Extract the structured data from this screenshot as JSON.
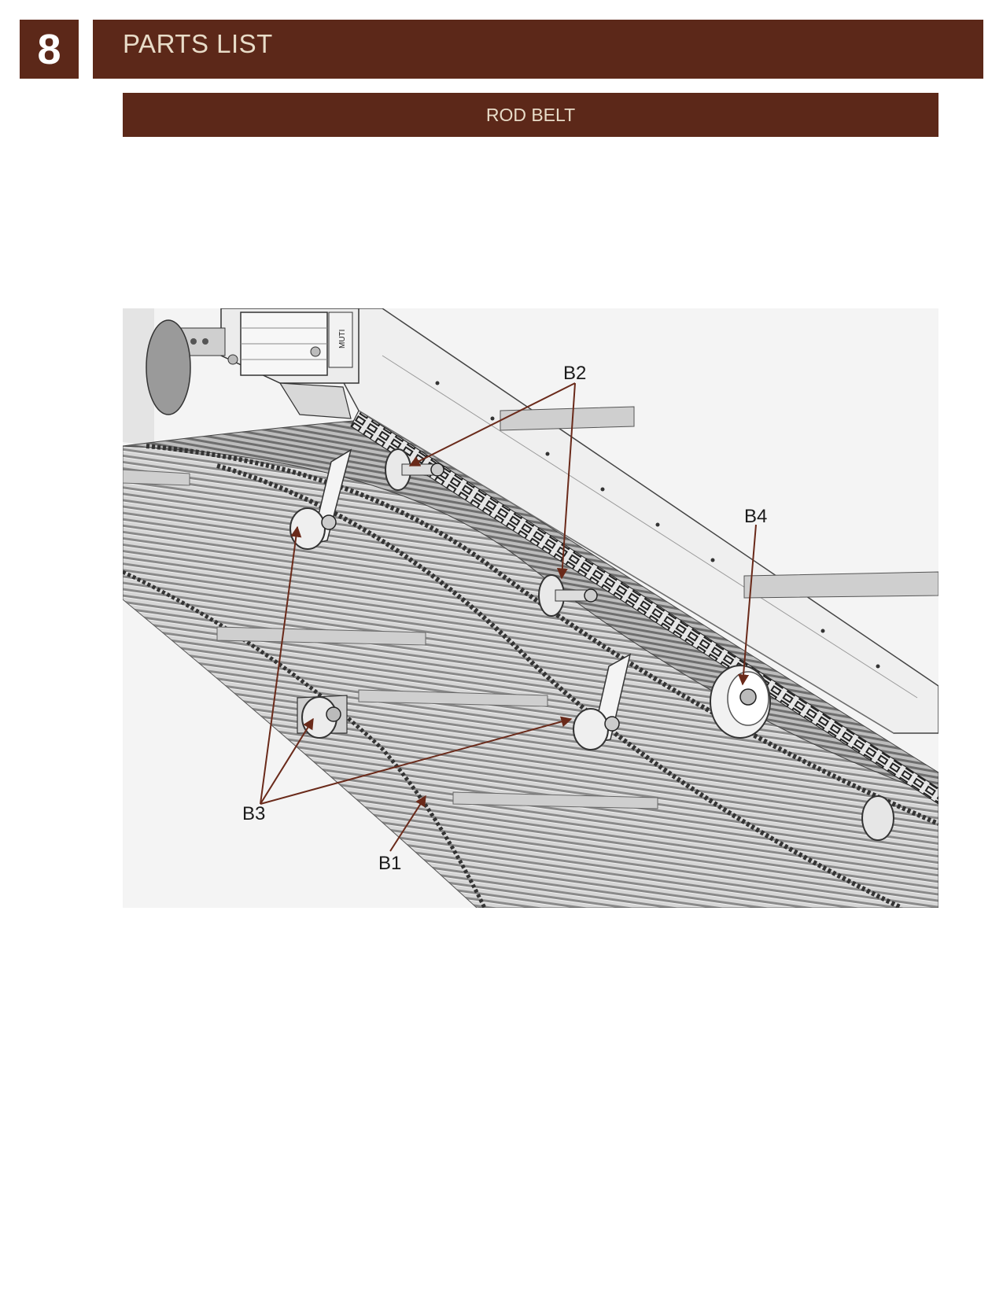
{
  "header": {
    "section_number": "8",
    "title": "PARTS LIST",
    "subtitle": "ROD BELT"
  },
  "figure": {
    "callouts": {
      "b1": "B1",
      "b2": "B2",
      "b3": "B3",
      "b4": "B4"
    },
    "motor_label": "MUTI"
  },
  "colors": {
    "brand": "#5c2819",
    "header_text": "#e8dcc8",
    "leader_line": "#6a2a1a"
  }
}
